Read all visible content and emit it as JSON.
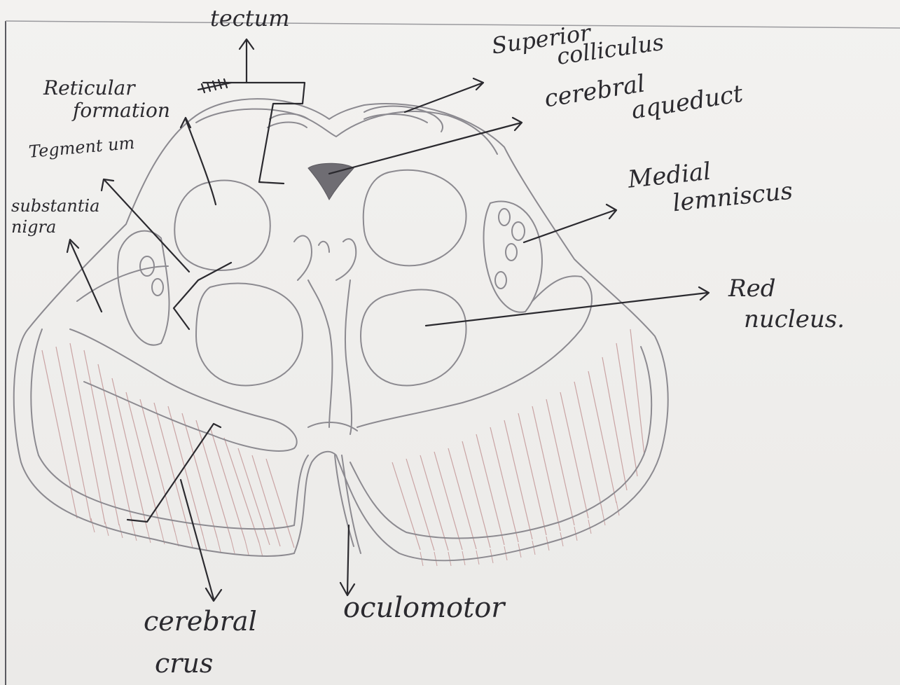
{
  "labels": {
    "tectum": "tectum",
    "superior_colliculus": {
      "line1": "Superior",
      "line2": "colliculus"
    },
    "reticular_formation": {
      "line1": "Reticular",
      "line2": "formation"
    },
    "cerebral_aqueduct": {
      "line1": "cerebral",
      "line2": "aqueduct"
    },
    "tegmentum": "Tegment um",
    "substantia_nigra": {
      "line1": "substantia",
      "line2": "nigra"
    },
    "medial_lemniscus": {
      "line1": "Medial",
      "line2": "lemniscus"
    },
    "red_nucleus": {
      "line1": "Red",
      "line2": "nucleus."
    },
    "cerebral_crus": {
      "line1": "cerebral",
      "line2": "crus"
    },
    "oculomotor": "oculomotor"
  },
  "colors": {
    "paper": "#f1f0ee",
    "pencil": "#8c8a90",
    "ink": "#2b2a2f",
    "hatch": "#c9a3a3"
  }
}
